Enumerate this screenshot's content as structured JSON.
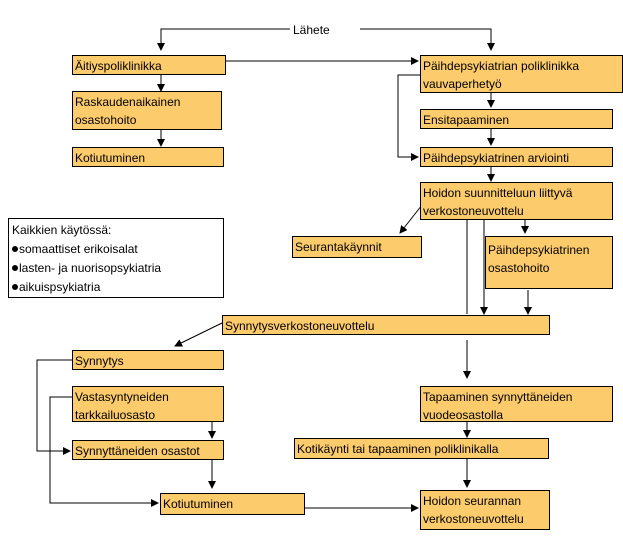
{
  "title": "Lähete",
  "boxes": {
    "aitiyspoliklinikka": "Äitiyspoliklinikka",
    "raskaudenaikainen": [
      "Raskaudenaikainen",
      "osastohoito"
    ],
    "kotiutuminen_top": "Kotiutuminen",
    "paihdepsykiatrian": [
      "Päihdepsykiatrian poliklinikka",
      "vauvaperhetyö"
    ],
    "ensitapaaminen": "Ensitapaaminen",
    "arviointi": "Päihdepsykiatrinen arviointi",
    "hoidon_suunnittelu": [
      "Hoidon suunnitteluun liittyvä",
      "verkostoneuvottelu"
    ],
    "seurantakaynnit": "Seurantakäynnit",
    "osastohoito": [
      "Päihdepsykiatrinen",
      "osastohoito"
    ],
    "synnytysverkosto": "Synnytysverkostoneuvottelu",
    "synnytys": "Synnytys",
    "vastasyntyneiden": [
      "Vastasyntyneiden",
      "tarkkailuosasto"
    ],
    "synnyttaneiden_osastot": "Synnyttäneiden osastot",
    "kotiutuminen_bottom": "Kotiutuminen",
    "tapaaminen": [
      "Tapaaminen synnyttäneiden",
      "vuodeosastolla"
    ],
    "kotikaynti": "Kotikäynti tai tapaaminen poliklinikalla",
    "hoidon_seuranta": [
      "Hoidon seurannan",
      "verkostoneuvottelu"
    ]
  },
  "legend": {
    "heading": "Kaikkien käytössä:",
    "items": [
      "somaattiset erikoisalat",
      "lasten- ja nuorisopsykiatria",
      "aikuispsykiatria"
    ]
  },
  "colors": {
    "box_fill": "#FCCB6C",
    "line": "#000000"
  }
}
